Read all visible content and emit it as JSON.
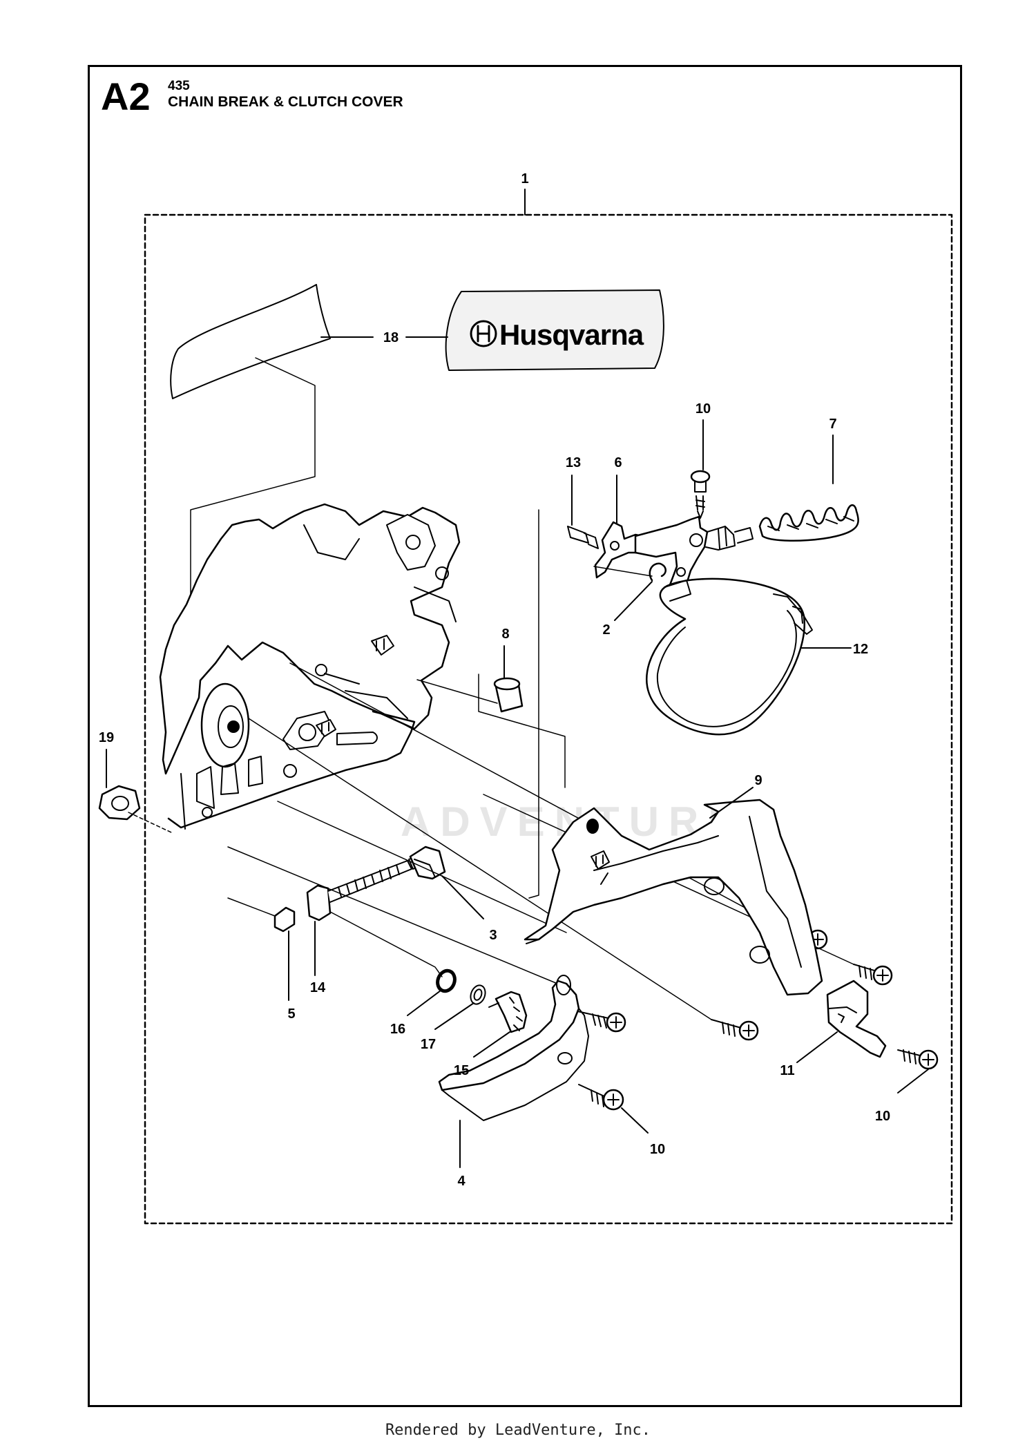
{
  "header": {
    "section_code": "A2",
    "model_number": "435",
    "title": "CHAIN BREAK & CLUTCH COVER"
  },
  "decal": {
    "brand_text": "Husqvarna"
  },
  "watermark": {
    "text": "ADVENTURE"
  },
  "callouts": {
    "c1": "1",
    "c2": "2",
    "c3": "3",
    "c4": "4",
    "c5": "5",
    "c6": "6",
    "c7": "7",
    "c8": "8",
    "c9": "9",
    "c10a": "10",
    "c10b": "10",
    "c10c": "10",
    "c11": "11",
    "c12": "12",
    "c13": "13",
    "c14": "14",
    "c15": "15",
    "c16": "16",
    "c17": "17",
    "c18": "18",
    "c19": "19"
  },
  "footer": {
    "credit": "Rendered by LeadVenture, Inc."
  },
  "colors": {
    "line": "#000000",
    "decal_fill": "#f2f2f2",
    "watermark": "#e6e6e6"
  }
}
